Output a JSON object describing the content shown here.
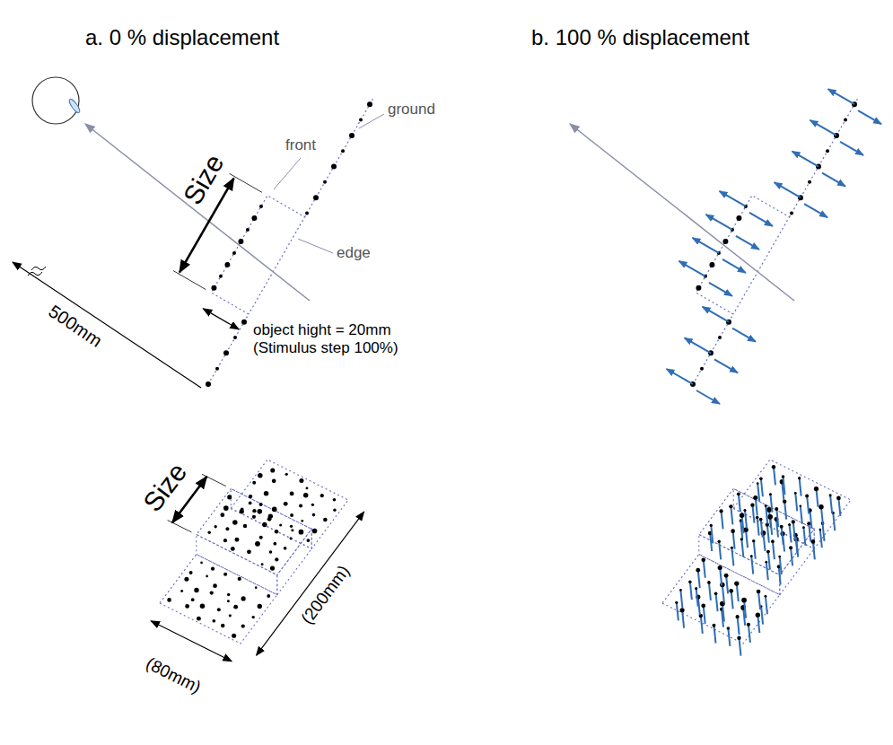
{
  "diagram": {
    "labels": [
      "a. 0 % displacement",
      "b. 100 % displacement",
      "ground",
      "front",
      "Size",
      "edge",
      "500mm",
      "object hight = 20mm (Stimulus step 100%)",
      "Size",
      "(200mm)",
      "(80mm)"
    ]
  }
}
